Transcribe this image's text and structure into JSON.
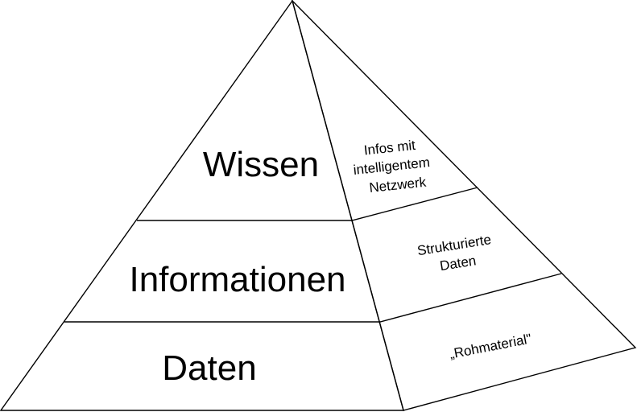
{
  "pyramid": {
    "front_levels": [
      {
        "label": "Wissen"
      },
      {
        "label": "Informationen"
      },
      {
        "label": "Daten"
      }
    ],
    "side_levels": [
      {
        "lines": [
          "Infos mit",
          "intelligentem",
          "Netzwerk"
        ]
      },
      {
        "lines": [
          "Strukturierte",
          "Daten"
        ]
      },
      {
        "lines": [
          "„Rohmaterial\""
        ]
      }
    ],
    "colors": {
      "stroke": "#000000",
      "background": "#ffffff"
    }
  }
}
